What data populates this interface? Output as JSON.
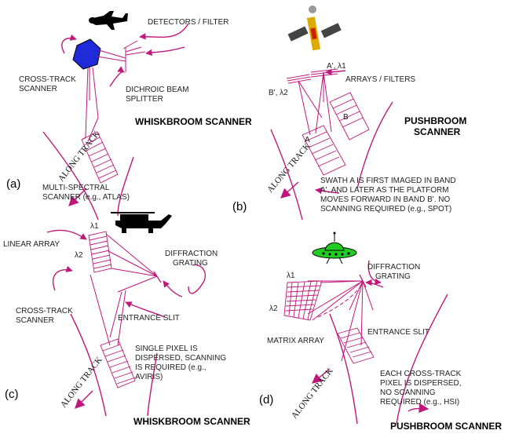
{
  "colors": {
    "accent": "#c0177c",
    "hexagon": "#1f2bd8",
    "saucer": "#22cc22",
    "text": "#000000"
  },
  "panel_a": {
    "label": "(a)",
    "title": "WHISKBROOM SCANNER",
    "detectors": "DETECTORS / FILTER",
    "cross_track_1": "CROSS-TRACK",
    "cross_track_2": "SCANNER",
    "dichroic_1": "DICHROIC BEAM",
    "dichroic_2": "SPLITTER",
    "along_track": "ALONG TRACK",
    "multi_1": "MULTI-SPECTRAL",
    "multi_2": "SCANNER (e.g., ATLAS)",
    "icon": "airplane-icon"
  },
  "panel_b": {
    "label": "(b)",
    "title_1": "PUSHBROOM",
    "title_2": "SCANNER",
    "a_prime_lambda1": "A', λ1",
    "arrays": "ARRAYS / FILTERS",
    "b_prime_lambda2": "B', λ2",
    "swath_a": "A",
    "swath_b": "B",
    "along_track": "ALONG TRACK",
    "desc_1": "SWATH A IS FIRST IMAGED IN BAND",
    "desc_2": "A', AND LATER AS THE PLATFORM",
    "desc_3": "MOVES FORWARD IN BAND B'.  NO",
    "desc_4": "SCANNING REQUIRED (e.g., SPOT)",
    "icon": "satellite-icon"
  },
  "panel_c": {
    "label": "(c)",
    "title": "WHISKBROOM SCANNER",
    "lambda1": "λ1",
    "lambda2": "λ2",
    "linear_array": "LINEAR ARRAY",
    "diffraction_1": "DIFFRACTION",
    "diffraction_2": "GRATING",
    "cross_track_1": "CROSS-TRACK",
    "cross_track_2": "SCANNER",
    "entrance_slit": "ENTRANCE SLIT",
    "desc_1": "SINGLE PIXEL IS",
    "desc_2": "DISPERSED, SCANNING",
    "desc_3": "IS REQUIRED (e.g.,",
    "desc_4": "AVIRIS)",
    "along_track": "ALONG TRACK",
    "icon": "helicopter-icon"
  },
  "panel_d": {
    "label": "(d)",
    "title": "PUSHBROOM SCANNER",
    "lambda1": "λ1",
    "lambda2": "λ2",
    "diffraction_1": "DIFFRACTION",
    "diffraction_2": "GRATING",
    "matrix_array": "MATRIX ARRAY",
    "entrance_slit": "ENTRANCE SLIT",
    "desc_1": "EACH CROSS-TRACK",
    "desc_2": "PIXEL IS DISPERSED,",
    "desc_3": "NO SCANNING",
    "desc_4": "REQUIRED (e.g., HSI)",
    "along_track": "ALONG TRACK",
    "icon": "flying-saucer-icon"
  }
}
